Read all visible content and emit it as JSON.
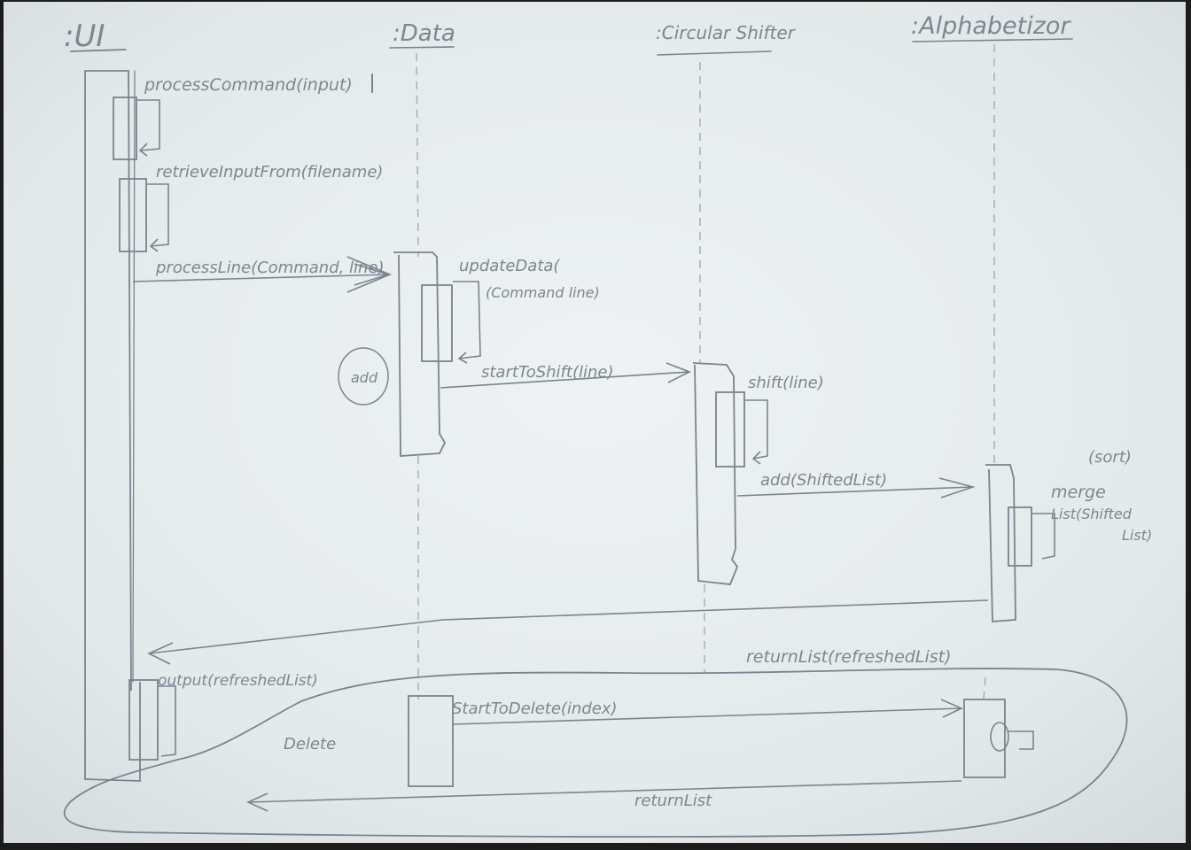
{
  "lifelines": [
    {
      "id": "ui",
      "label": ":UI"
    },
    {
      "id": "data",
      "label": ":Data"
    },
    {
      "id": "shifter",
      "label": ":Circular Shifter"
    },
    {
      "id": "alpha",
      "label": ":Alphabetizor"
    }
  ],
  "messages": {
    "process_command": "processCommand(input)",
    "retrieve_input": "retrieveInputFrom(filename)",
    "process_line": "processLine(Command, line)",
    "update_data": "updateData(",
    "update_data_args": "(Command line)",
    "add": "add",
    "start_to_shift": "startToShift(line)",
    "shift": "shift(line)",
    "add_shifted": "add(ShiftedList)",
    "sort": "(sort)",
    "merge": "merge",
    "merge_args_1": "List(Shifted",
    "merge_args_2": "List)",
    "return_refreshed": "returnList(refreshedList)",
    "output": "output(refreshedList)",
    "delete": "Delete",
    "start_to_delete": "StartToDelete(index)",
    "return_list": "returnList"
  },
  "colors": {
    "paper": "#e6ebec",
    "pencil": "#7a848e",
    "dashed": "#a3acb3"
  }
}
